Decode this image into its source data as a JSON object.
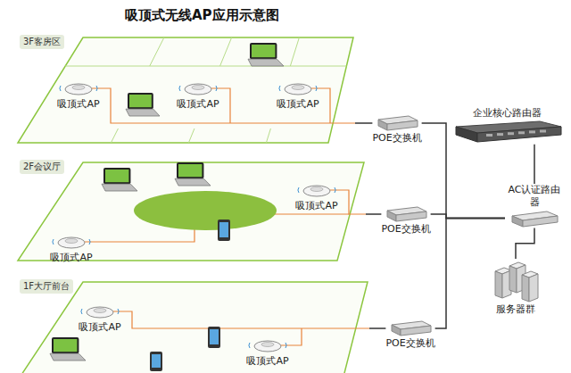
{
  "diagram": {
    "title": "吸顶式无线AP应用示意图",
    "nodes": [
      {
        "text": [
          "3F客房区"
        ]
      },
      {
        "text": [
          "吸顶式AP"
        ],
        "in": 0
      },
      {
        "text": [
          "吸顶式AP"
        ],
        "in": 0
      },
      {
        "text": [
          "吸顶式AP"
        ],
        "in": 0
      },
      {
        "text": [
          "2F会议厅"
        ]
      },
      {
        "text": [
          "吸顶式AP"
        ],
        "in": 4
      },
      {
        "text": [
          "吸顶式AP"
        ],
        "in": 4
      },
      {
        "text": [
          "1F大厅前台"
        ]
      },
      {
        "text": [
          "吸顶式AP"
        ],
        "in": 7
      },
      {
        "text": [
          "吸顶式AP"
        ],
        "in": 7
      },
      {
        "text": [
          "POE交换机"
        ]
      },
      {
        "text": [
          "企业核心路由器"
        ]
      },
      {
        "text": [
          "POE交换机"
        ]
      },
      {
        "text": [
          "AC认证路由器"
        ]
      },
      {
        "text": [
          "POE交换机"
        ]
      },
      {
        "text": [
          "服务器群"
        ]
      }
    ],
    "edges": [
      {
        "from": 0,
        "to": 10,
        "arrow": "none"
      },
      {
        "from": 4,
        "to": 12,
        "arrow": "none"
      },
      {
        "from": 7,
        "to": 14,
        "arrow": "none"
      },
      {
        "from": 10,
        "to": 13,
        "arrow": "none"
      },
      {
        "from": 12,
        "to": 13,
        "arrow": "none"
      },
      {
        "from": 14,
        "to": 13,
        "arrow": "none"
      },
      {
        "from": 11,
        "to": 13,
        "arrow": "none"
      },
      {
        "from": 13,
        "to": 15,
        "arrow": "none"
      }
    ]
  }
}
